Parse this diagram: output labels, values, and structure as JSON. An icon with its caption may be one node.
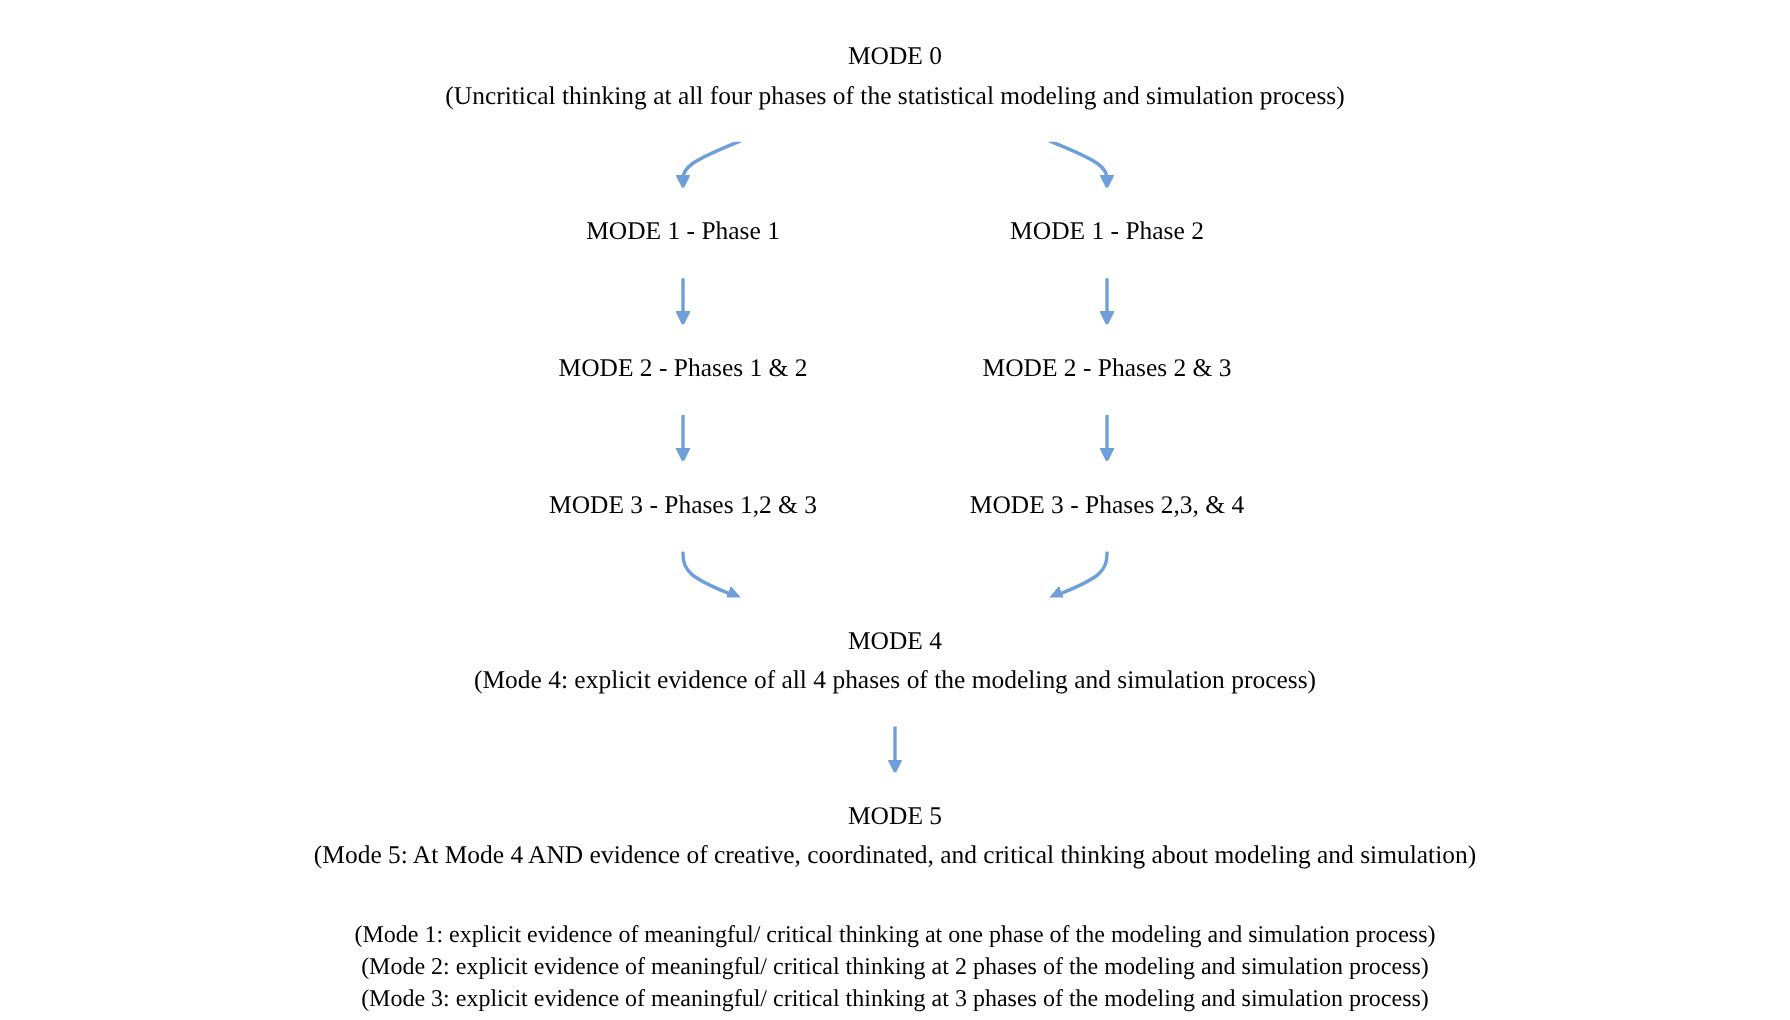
{
  "diagram": {
    "nodes": [
      {
        "text": [
          "MODE 0",
          "(Uncritical thinking at all four phases of the statistical modeling and simulation process)"
        ]
      },
      {
        "text": [
          "MODE 1 - Phase 1"
        ]
      },
      {
        "text": [
          "MODE 1 - Phase 2"
        ]
      },
      {
        "text": [
          "MODE 2 - Phases 1 & 2"
        ]
      },
      {
        "text": [
          "MODE 2 - Phases 2 & 3"
        ]
      },
      {
        "text": [
          "MODE 3 - Phases 1,2 & 3"
        ]
      },
      {
        "text": [
          "MODE 3 - Phases 2,3, & 4"
        ]
      },
      {
        "text": [
          "MODE 4",
          "(Mode 4: explicit evidence of all 4 phases of the modeling and simulation process)"
        ]
      },
      {
        "text": [
          "MODE 5",
          "(Mode 5: At Mode 4 AND evidence of creative, coordinated, and critical thinking about modeling and simulation)"
        ]
      }
    ],
    "edges": [
      {
        "from": 0,
        "to": 1,
        "arrow": "to"
      },
      {
        "from": 0,
        "to": 2,
        "arrow": "to"
      },
      {
        "from": 1,
        "to": 3,
        "arrow": "to"
      },
      {
        "from": 2,
        "to": 4,
        "arrow": "to"
      },
      {
        "from": 3,
        "to": 5,
        "arrow": "to"
      },
      {
        "from": 4,
        "to": 6,
        "arrow": "to"
      },
      {
        "from": 5,
        "to": 7,
        "arrow": "to"
      },
      {
        "from": 6,
        "to": 7,
        "arrow": "to"
      },
      {
        "from": 7,
        "to": 8,
        "arrow": "to"
      }
    ],
    "labels": [
      "(Mode 1: explicit evidence of meaningful/ critical thinking at one phase of the modeling and simulation process)",
      "(Mode 2: explicit evidence of meaningful/ critical thinking at 2 phases of the modeling and simulation process)",
      "(Mode 3: explicit evidence of meaningful/ critical thinking at 3 phases of the modeling and simulation process)"
    ]
  }
}
